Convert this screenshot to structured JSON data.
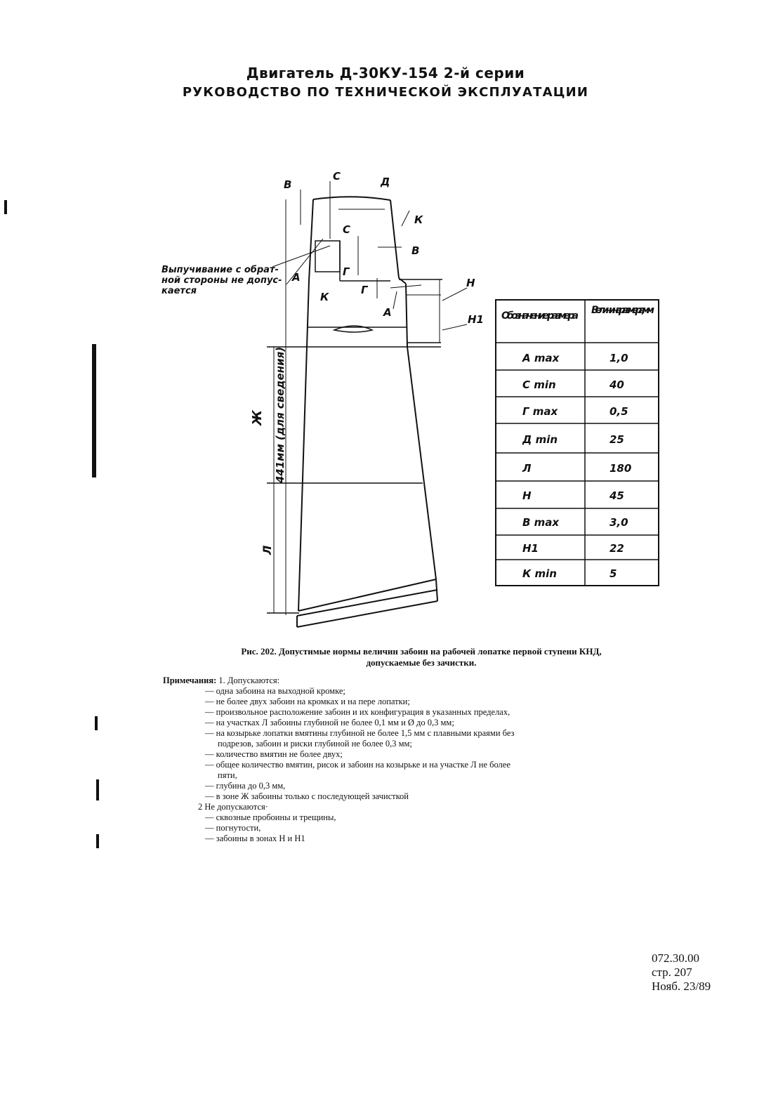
{
  "header": {
    "title": "Двигатель Д-30КУ-154 2-й серии",
    "subtitle": "РУКОВОДСТВО ПО ТЕХНИЧЕСКОЙ ЭКСПЛУАТАЦИИ"
  },
  "figure": {
    "labels": {
      "V": "В",
      "S": "С",
      "D": "Д",
      "K": "К",
      "G": "Г",
      "A": "А",
      "N": "Н",
      "N1": "Н1",
      "Zh": "Ж",
      "L": "Л",
      "zh_note": "441мм (для сведения)",
      "bulge_note_1": "Выпучивание с обрат-",
      "bulge_note_2": "ной стороны не допус-",
      "bulge_note_3": "кается"
    },
    "table": {
      "col1": "Обозначение размера",
      "col2": "Величина размера, мм",
      "rows": [
        {
          "name": "A max",
          "value": "1,0"
        },
        {
          "name": "С min",
          "value": "40"
        },
        {
          "name": "Г max",
          "value": "0,5"
        },
        {
          "name": "Д min",
          "value": "25"
        },
        {
          "name": "Л",
          "value": "180"
        },
        {
          "name": "Н",
          "value": "45"
        },
        {
          "name": "В max",
          "value": "3,0"
        },
        {
          "name": "Н1",
          "value": "22"
        },
        {
          "name": "К min",
          "value": "5"
        }
      ]
    }
  },
  "caption": {
    "line1": "Рис. 202. Допустимые нормы величин забоин на рабочей лопатке первой ступени КНД,",
    "line2": "допускаемые без зачистки."
  },
  "notes": {
    "title": "Примечания:",
    "intro": "1. Допускаются:",
    "items": [
      "— одна забоина на выходной кромке;",
      "— не более двух забоин на кромках и на пере лопатки;",
      "— произвольное расположение забоин и их конфигурация в указанных пределах,",
      "— на участках Л забоины глубиной не более 0,1 мм и Ø до 0,3 мм;",
      "— на козырьке лопатки вмятины глубиной не более 1,5 мм с плавными краями без",
      "подрезов, забоин и риски глубиной не более 0,3 мм;",
      "— количество вмятин не более двух;",
      "— общее количество вмятин, рисок и забоин на козырьке и на участке Л не более",
      "пяти,",
      "— глубина до 0,3 мм,",
      "— в зоне Ж забоины только с последующей зачисткой"
    ],
    "intro2": "2 Не допускаются·",
    "items2": [
      "— сквозные пробоины и трещины,",
      "— погнутости,",
      "— забоины в зонах Н и Н1"
    ]
  },
  "footer": {
    "doc_number": "072.30.00",
    "page": "стр. 207",
    "date": "Нояб. 23/89"
  }
}
